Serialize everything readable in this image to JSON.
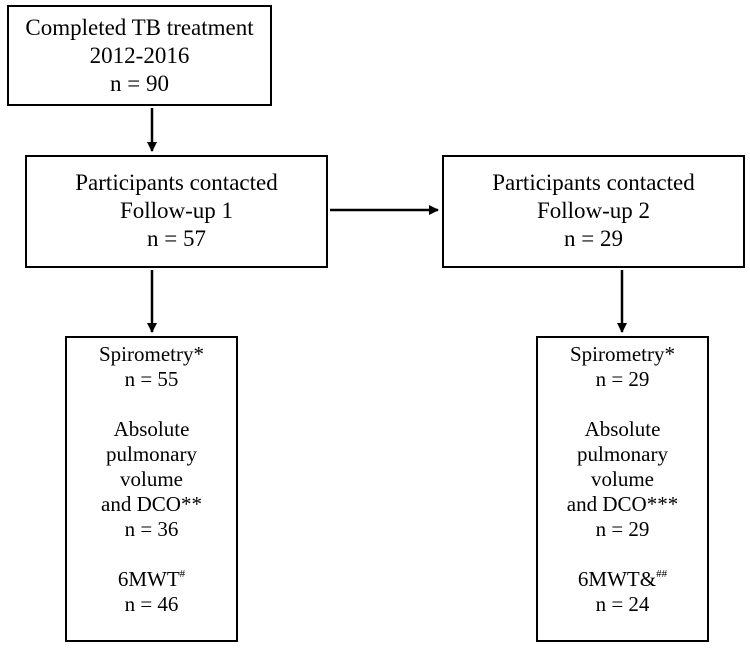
{
  "start": {
    "line1": "Completed TB treatment",
    "line2": "2012-2016",
    "line3": "n = 90"
  },
  "followup1": {
    "line1": "Participants contacted",
    "line2": "Follow-up 1",
    "line3": "n = 57"
  },
  "followup2": {
    "line1": "Participants contacted",
    "line2": "Follow-up 2",
    "line3": "n = 29"
  },
  "tests1": {
    "spirometry": "Spirometry*",
    "spirometry_n": "n = 55",
    "apv_line1": "Absolute",
    "apv_line2": "pulmonary",
    "apv_line3": "volume",
    "apv_line4": "and DCO**",
    "apv_n": "n = 36",
    "mwt": "6MWT",
    "mwt_mark": "#",
    "mwt_n": "n = 46"
  },
  "tests2": {
    "spirometry": "Spirometry*",
    "spirometry_n": "n = 29",
    "apv_line1": "Absolute",
    "apv_line2": "pulmonary",
    "apv_line3": "volume",
    "apv_line4": "and DCO***",
    "apv_n": "n = 29",
    "mwt": "6MWT&",
    "mwt_mark": "##",
    "mwt_n": "n = 24"
  }
}
